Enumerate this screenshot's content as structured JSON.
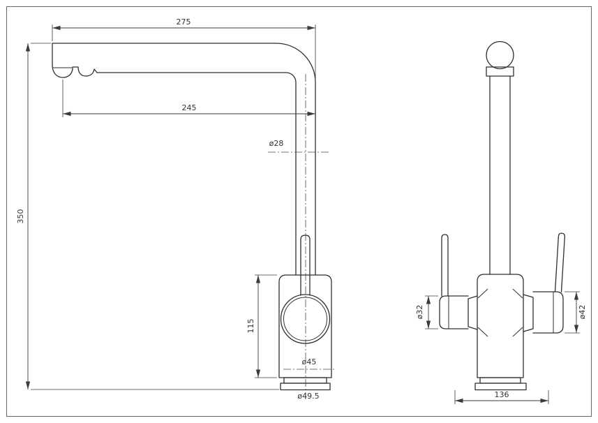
{
  "drawing": {
    "side_view": {
      "dim_overall_width": "275",
      "dim_spout_reach": "245",
      "dim_spout_pipe_diameter": "ø28",
      "dim_overall_height": "350",
      "dim_body_height": "115",
      "dim_body_diameter": "ø45",
      "dim_base_diameter": "ø49.5"
    },
    "front_view": {
      "dim_left_handle_diameter": "ø32",
      "dim_right_handle_diameter": "ø42",
      "dim_base_width": "136"
    },
    "colors": {
      "line": "#2e2e2e",
      "dimension_line": "#3a3a3a",
      "background": "#ffffff"
    }
  }
}
